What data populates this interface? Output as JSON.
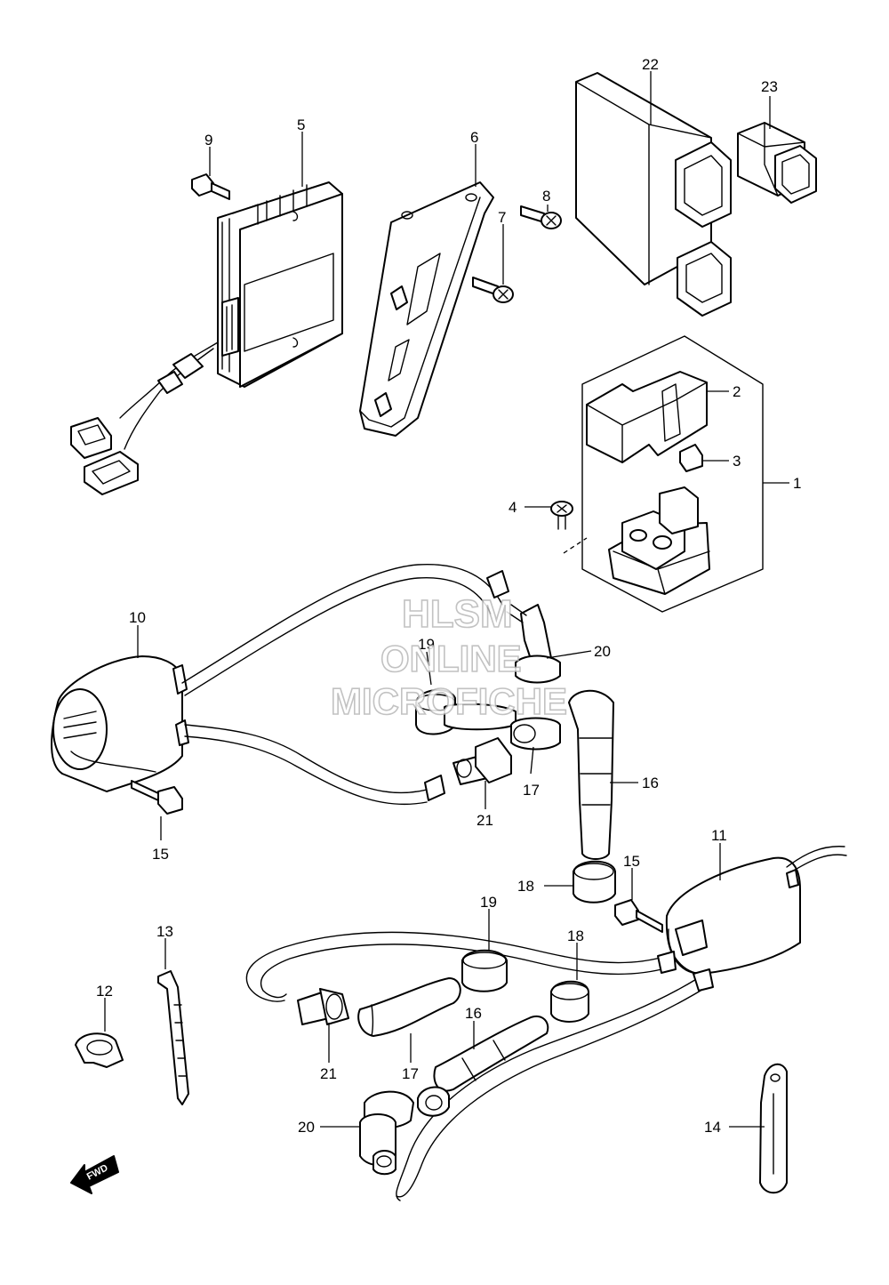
{
  "watermark": {
    "line1": "HLSM",
    "line2": "ONLINE",
    "line3": "MICROFICHE"
  },
  "fwd_label": "FWD",
  "callouts": {
    "c1": "1",
    "c2": "2",
    "c3": "3",
    "c4": "4",
    "c5": "5",
    "c6": "6",
    "c7": "7",
    "c8": "8",
    "c9": "9",
    "c10": "10",
    "c11": "11",
    "c12": "12",
    "c13": "13",
    "c14": "14",
    "c15a": "15",
    "c15b": "15",
    "c16a": "16",
    "c16b": "16",
    "c17a": "17",
    "c17b": "17",
    "c18a": "18",
    "c18b": "18",
    "c19a": "19",
    "c19b": "19",
    "c20a": "20",
    "c20b": "20",
    "c21a": "21",
    "c21b": "21",
    "c22": "22",
    "c23": "23"
  }
}
